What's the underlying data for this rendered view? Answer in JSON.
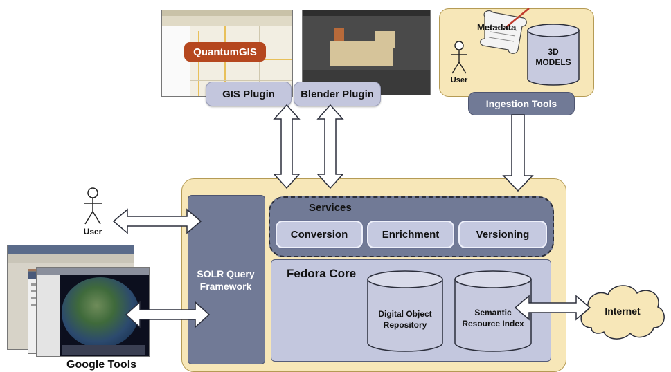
{
  "top": {
    "qgis_logo": "QuantumGIS",
    "gis_plugin": "GIS Plugin",
    "blender_plugin": "Blender Plugin"
  },
  "ingestion": {
    "metadata": "Metadata",
    "models_line1": "3D",
    "models_line2": "MODELS",
    "user": "User",
    "tools": "Ingestion Tools"
  },
  "left": {
    "user": "User",
    "google_tools": "Google Tools"
  },
  "core": {
    "solr_line1": "SOLR Query",
    "solr_line2": "Framework",
    "services_title": "Services",
    "services": [
      "Conversion",
      "Enrichment",
      "Versioning"
    ],
    "fedora_title": "Fedora Core",
    "repo_line1": "Digital Object",
    "repo_line2": "Repository",
    "sri_line1": "Semantic",
    "sri_line2": "Resource Index"
  },
  "internet": "Internet",
  "colors": {
    "main_box": "#f7e7b8",
    "slate": "#717a96",
    "lavender": "#c3c7de",
    "cylinder": "#c7cadf"
  },
  "icons": [
    "user-icon",
    "bidirectional-arrow",
    "down-arrow",
    "cylinder",
    "cloud"
  ]
}
